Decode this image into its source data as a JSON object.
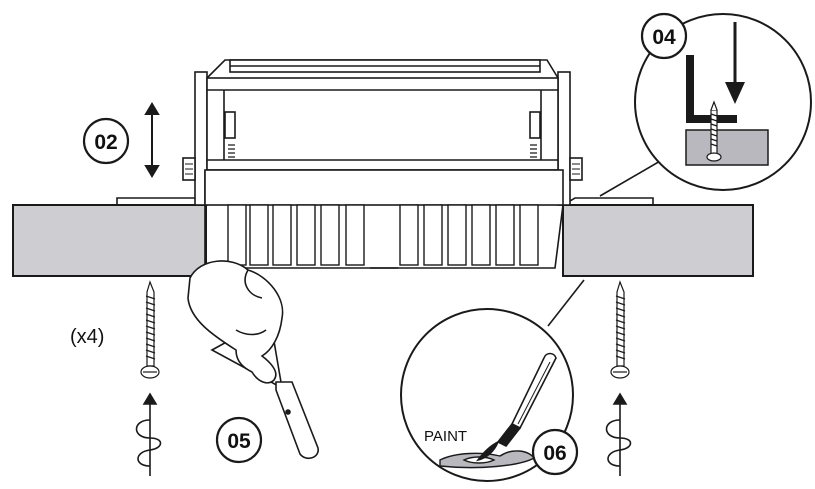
{
  "steps": {
    "step_02": "02",
    "step_04": "04",
    "step_05": "05",
    "step_06": "06"
  },
  "labels": {
    "screw_count": "(x4)",
    "paint": "PAINT"
  },
  "colors": {
    "ceiling_panel": "#cdcdd2",
    "line": "#1a1a1a",
    "background": "#ffffff"
  },
  "icons": [
    "vertical-double-arrow-icon",
    "down-arrow-icon",
    "screw-icon",
    "screwdriver-rotation-icon",
    "hand-icon",
    "putty-knife-icon",
    "paint-brush-icon",
    "paint-tray-icon"
  ]
}
